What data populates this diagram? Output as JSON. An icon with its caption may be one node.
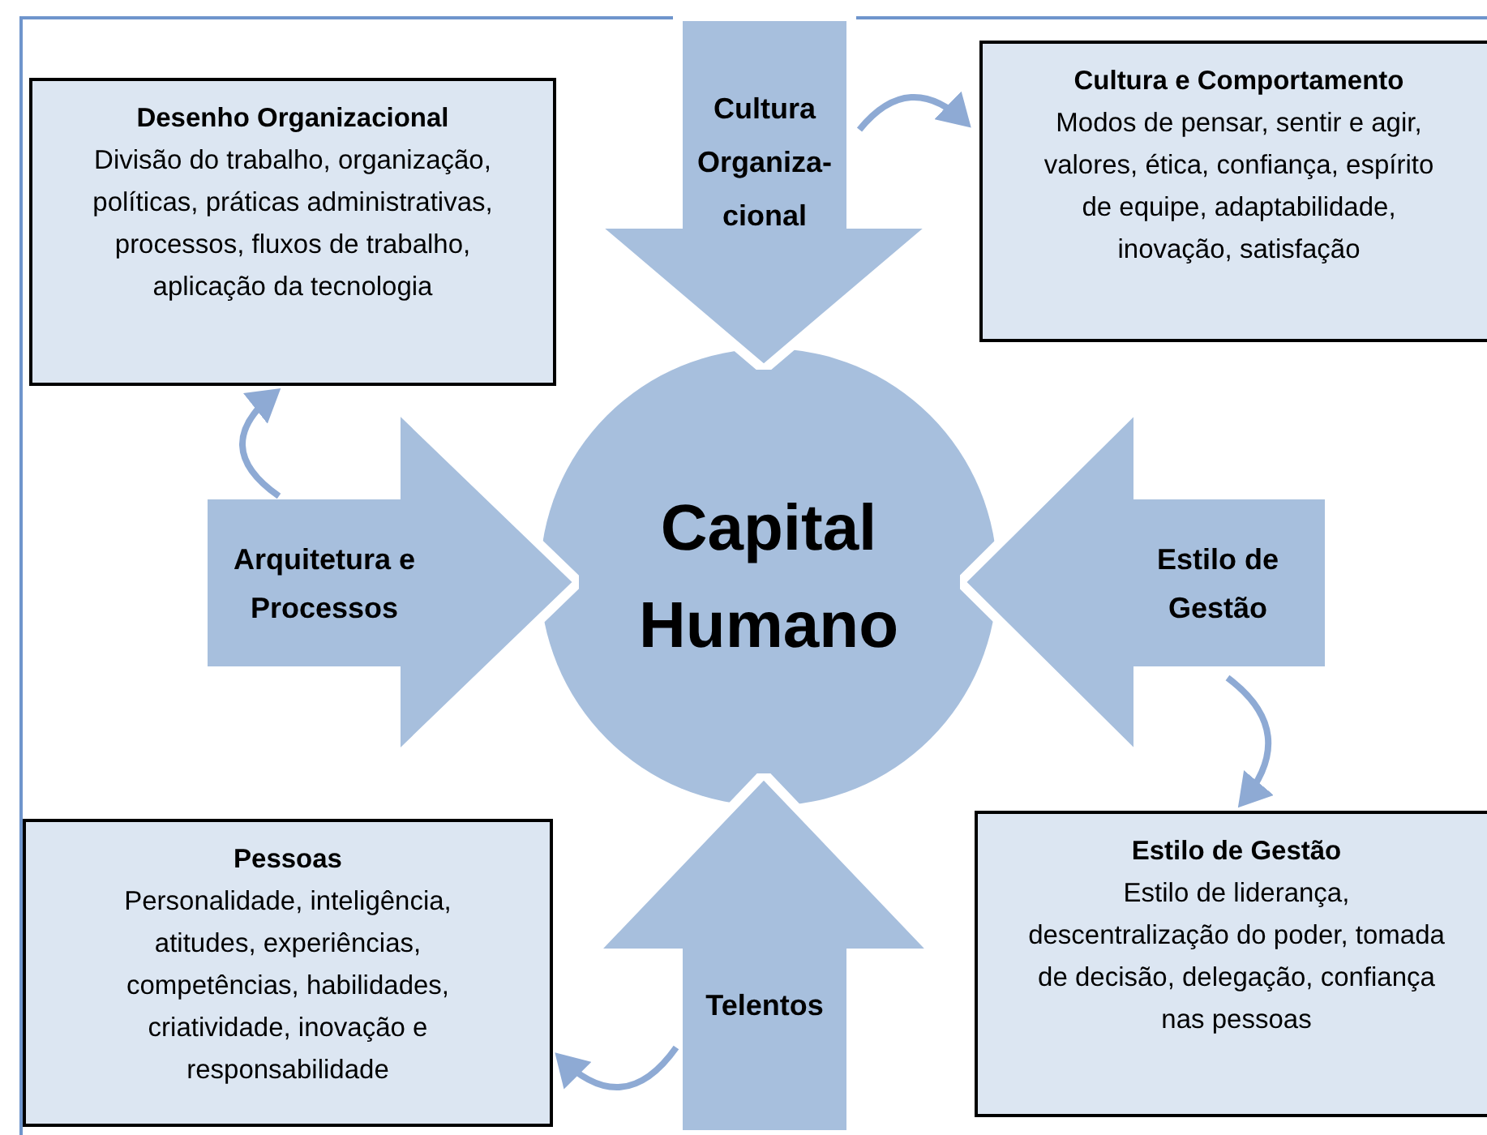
{
  "diagram": {
    "nodes": [
      {
        "text": [
          "Capital Humano"
        ]
      },
      {
        "text": [
          "Cultura Organiza- cional"
        ]
      },
      {
        "text": [
          "Arquitetura e Processos"
        ]
      },
      {
        "text": [
          "Estilo de Gestão"
        ]
      },
      {
        "text": [
          "Telentos"
        ]
      },
      {
        "text": [
          "Desenho Organizacional",
          "Divisão do trabalho, organização, políticas, práticas administrativas, processos, fluxos de trabalho, aplicação da tecnologia"
        ]
      },
      {
        "text": [
          "Cultura e Comportamento",
          "Modos de pensar, sentir e agir, valores, ética, confiança, espírito de equipe, adaptabilidade, inovação, satisfação"
        ]
      },
      {
        "text": [
          "Pessoas",
          "Personalidade, inteligência, atitudes, experiências, competências, habilidades, criatividade, inovação e responsabilidade"
        ]
      },
      {
        "text": [
          "Estilo de Gestão",
          "Estilo de liderança, descentralização do poder, tomada de decisão, delegação, confiança nas pessoas"
        ]
      }
    ],
    "edges": [
      {
        "from": 1,
        "to": 6,
        "arrow": "to"
      },
      {
        "from": 2,
        "to": 5,
        "arrow": "to"
      },
      {
        "from": 3,
        "to": 8,
        "arrow": "to"
      },
      {
        "from": 4,
        "to": 7,
        "arrow": "to"
      }
    ]
  }
}
